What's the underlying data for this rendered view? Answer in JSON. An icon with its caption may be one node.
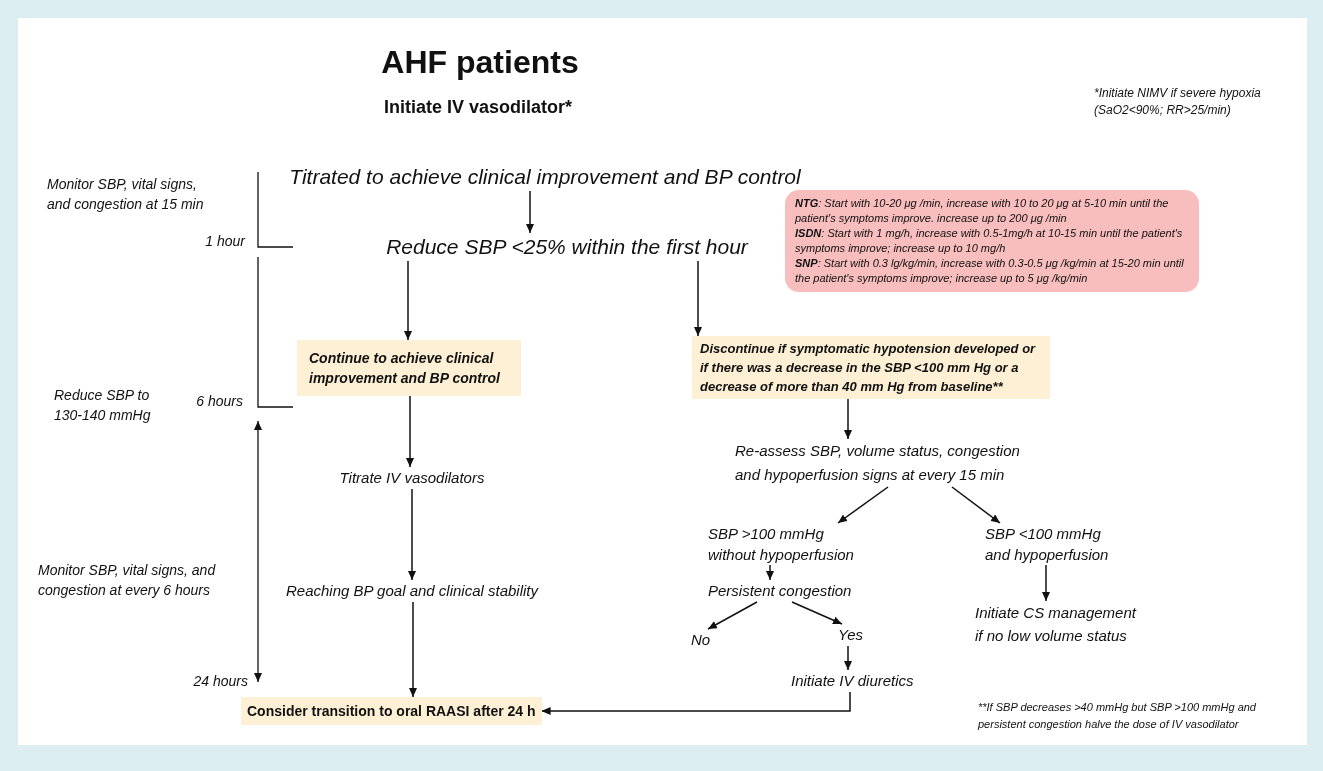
{
  "diagram": {
    "title": "AHF patients",
    "nodes": [
      {
        "text": [
          "Titrated to achieve clinical improvement and BP control"
        ]
      },
      {
        "text": [
          "Reduce SBP <25% within the first hour"
        ]
      },
      {
        "text": [
          "**NTG**: Start with 10-20 μg /min, increase with 10 to 20 μg at 5-10 min until the patient's symptoms improve. increase up to 200 μg /min",
          "**ISDN**: Start with 1 mg/h, increase with 0.5-1mg/h at 10-15 min until the patient's symptoms improve; increase up to 10 mg/h",
          "**SNP**: Start with 0.3 lg/kg/min, increase with 0.3-0.5 μg /kg/min at 15-20 min until the patient's symptoms improve; increase up to 5 μg /kg/min"
        ]
      },
      {
        "text": [
          "Continue to achieve clinical improvement and BP control"
        ]
      },
      {
        "text": [
          "Discontinue if symptomatic hypotension developed or if there was a decrease in the SBP <100 mm Hg or a decrease of more than 40 mm Hg from baseline**"
        ]
      },
      {
        "text": [
          "Titrate IV vasodilators"
        ]
      },
      {
        "text": [
          "Re-assess SBP, volume status, congestion and hypoperfusion signs at every 15 min"
        ]
      },
      {
        "text": [
          "SBP >100 mmHg without hypoperfusion"
        ]
      },
      {
        "text": [
          "SBP <100 mmHg and hypoperfusion"
        ]
      },
      {
        "text": [
          "Persistent congestion"
        ]
      },
      {
        "text": [
          "Reaching BP goal and clinical stability"
        ]
      },
      {
        "text": [
          "No"
        ]
      },
      {
        "text": [
          "Yes"
        ]
      },
      {
        "text": [
          "Initiate CS management if no low volume status"
        ]
      },
      {
        "text": [
          "Initiate IV diuretics"
        ]
      },
      {
        "text": [
          "Consider transition to oral RAASI after 24 h"
        ]
      }
    ],
    "edges": [
      {
        "from": 0,
        "to": 1,
        "arrow": "to"
      },
      {
        "from": 1,
        "to": 3,
        "arrow": "to"
      },
      {
        "from": 1,
        "to": 4,
        "arrow": "to"
      },
      {
        "from": 3,
        "to": 5,
        "arrow": "to"
      },
      {
        "from": 5,
        "to": 10,
        "arrow": "to"
      },
      {
        "from": 10,
        "to": 15,
        "arrow": "to"
      },
      {
        "from": 4,
        "to": 6,
        "arrow": "to"
      },
      {
        "from": 6,
        "to": 7,
        "arrow": "to"
      },
      {
        "from": 6,
        "to": 8,
        "arrow": "to"
      },
      {
        "from": 7,
        "to": 9,
        "arrow": "to"
      },
      {
        "from": 9,
        "to": 11,
        "arrow": "to"
      },
      {
        "from": 9,
        "to": 12,
        "arrow": "to"
      },
      {
        "from": 12,
        "to": 14,
        "arrow": "to"
      },
      {
        "from": 8,
        "to": 13,
        "arrow": "to"
      },
      {
        "from": 14,
        "to": 15,
        "arrow": "to"
      }
    ],
    "labels": [
      "Initiate IV vasodilator*",
      "*Initiate NIMV if severe hypoxia (SaO2<90%; RR>25/min)",
      "Monitor SBP, vital signs, and congestion at 15 min",
      "1 hour",
      "Reduce SBP to 130-140 mmHg",
      "6 hours",
      "Monitor SBP, vital signs, and congestion at every 6 hours",
      "24 hours",
      "**If SBP decreases >40 mmHg but SBP >100 mmHg and persistent congestion halve the dose of IV vasodilator"
    ]
  }
}
